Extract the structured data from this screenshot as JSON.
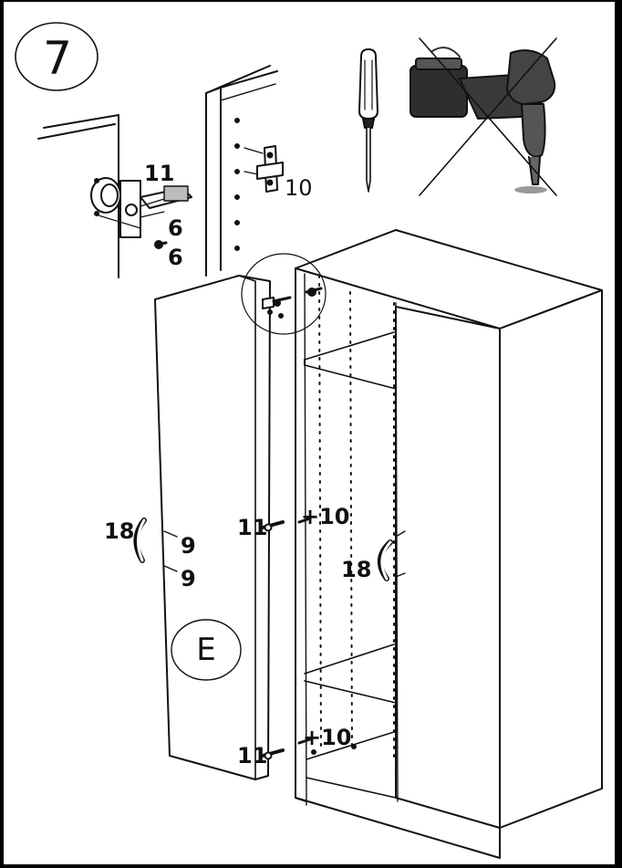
{
  "step": {
    "number": "7"
  },
  "part": {
    "letter": "E"
  },
  "labels": {
    "hinge_part": "11",
    "plate_part": "10",
    "screw_a": "6",
    "screw_b": "6",
    "handle_left": "18",
    "handle_screw_a": "9",
    "handle_screw_b": "9",
    "hinge_mid": "11",
    "plate_mid": "+10",
    "handle_right": "18",
    "hinge_low": "11",
    "plate_low": "+10"
  },
  "tools": {
    "allowed": "screwdriver-icon",
    "forbidden": "power-drill-icon"
  },
  "colors": {
    "ink": "#111111",
    "paper": "#ffffff",
    "frame": "#000000"
  }
}
